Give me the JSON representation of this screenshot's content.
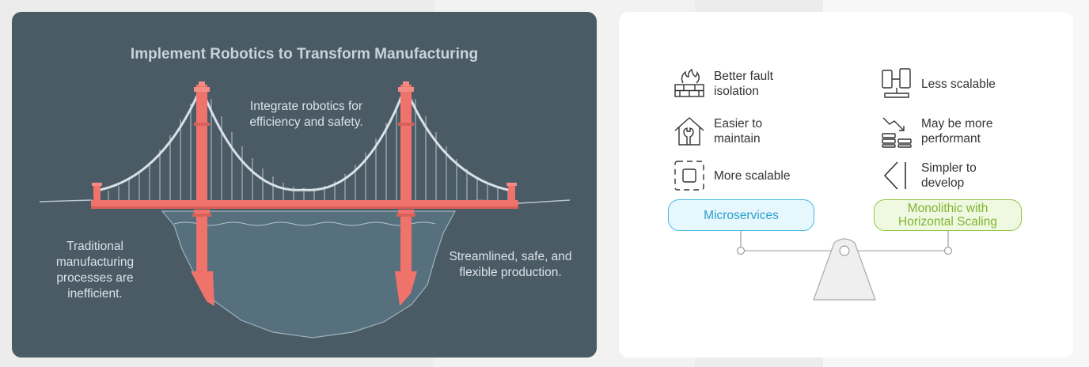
{
  "left_panel": {
    "title": "Implement Robotics to Transform Manufacturing",
    "caption_top": "Integrate robotics for efficiency and safety.",
    "caption_left": "Traditional manufacturing processes are inefficient.",
    "caption_right": "Streamlined, safe, and flexible production.",
    "colors": {
      "background": "#4a5b66",
      "tower": "#f0736b",
      "cable": "#cfd8de"
    }
  },
  "right_panel": {
    "left_option": {
      "label": "Microservices",
      "color": "#41b9e0",
      "features": [
        {
          "icon": "firewall-icon",
          "label": "Better fault isolation"
        },
        {
          "icon": "house-wrench-icon",
          "label": "Easier to maintain"
        },
        {
          "icon": "scale-box-icon",
          "label": "More scalable"
        }
      ]
    },
    "right_option": {
      "label": "Monolithic with Horizontal Scaling",
      "color": "#8fc53c",
      "features": [
        {
          "icon": "devices-icon",
          "label": "Less scalable"
        },
        {
          "icon": "server-trend-icon",
          "label": "May be more performant"
        },
        {
          "icon": "angle-bracket-icon",
          "label": "Simpler to develop"
        }
      ]
    }
  }
}
